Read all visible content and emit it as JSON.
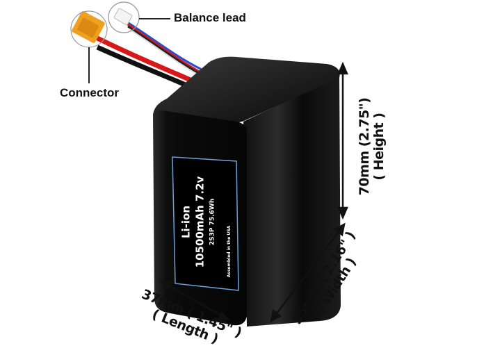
{
  "callouts": {
    "balance_lead": "Balance lead",
    "connector": "Connector"
  },
  "dimensions": {
    "height_line1": "70mm (2.75\")",
    "height_line2": "( Height )",
    "width_line1": "55mm ( 2.16\" )",
    "width_line2": "( Width )",
    "length_line1": "37mm ( 1.45\" )",
    "length_line2": "( Length )"
  },
  "battery_label": {
    "chemistry": "Li-ion",
    "capacity_voltage": "10500mAh 7.2v",
    "config": "2S3P 75.6Wh",
    "assembled": "Assembled in the USA"
  },
  "colors": {
    "battery_body": "#0b0b0b",
    "label_border": "#6f9fd8",
    "connector": "#f0a020",
    "wire_red": "#d81818",
    "wire_blue": "#2a4cd0"
  }
}
